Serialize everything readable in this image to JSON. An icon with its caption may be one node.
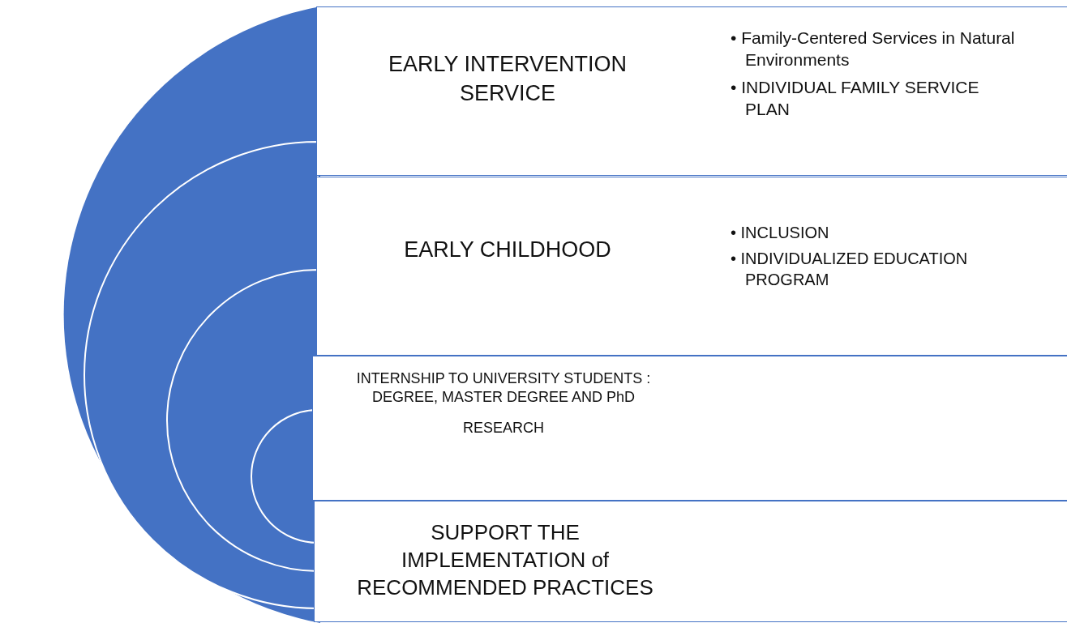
{
  "diagram": {
    "nodes": [
      {
        "text": [
          "EARLY INTERVENTION SERVICE",
          "• Family-Centered Services in Natural Environments",
          "• INDIVIDUAL FAMILY SERVICE PLAN"
        ]
      },
      {
        "text": [
          "EARLY CHILDHOOD",
          "• INCLUSION",
          "• INDIVIDUALIZED EDUCATION PROGRAM"
        ]
      },
      {
        "text": [
          "INTERNSHIP TO UNIVERSITY STUDENTS : DEGREE, MASTER DEGREE AND PhD",
          "RESEARCH"
        ]
      },
      {
        "text": [
          "SUPPORT THE IMPLEMENTATION of RECOMMENDED PRACTICES"
        ]
      }
    ]
  }
}
